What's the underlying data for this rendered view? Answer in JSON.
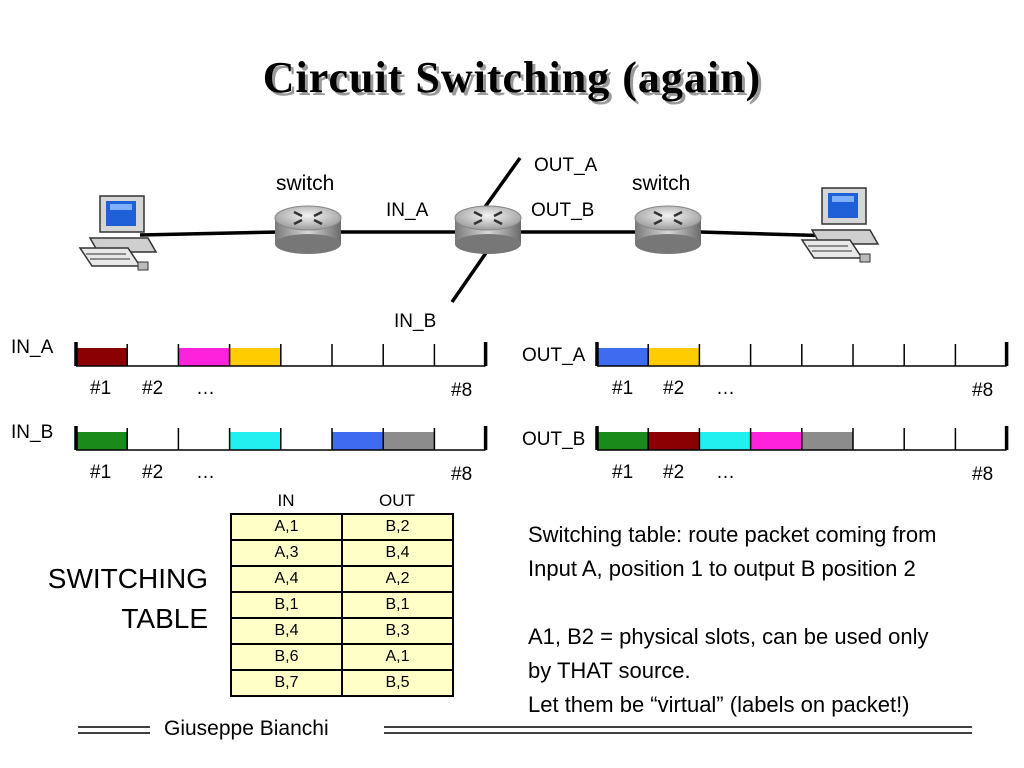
{
  "slide": {
    "title": "Circuit Switching (again)",
    "footer": "Giuseppe Bianchi"
  },
  "network": {
    "switch_left_label": "switch",
    "switch_right_label": "switch",
    "in_a": "IN_A",
    "in_b": "IN_B",
    "out_a": "OUT_A",
    "out_b": "OUT_B"
  },
  "frames": {
    "in_a": {
      "label": "IN_A",
      "slots": [
        "#8b0000",
        "",
        "#ff22dd",
        "#ffcc00",
        "",
        "",
        "",
        ""
      ]
    },
    "in_b": {
      "label": "IN_B",
      "slots": [
        "#1a8a1a",
        "",
        "",
        "#22f0f0",
        "",
        "#3e6bef",
        "#8c8c8c",
        ""
      ]
    },
    "out_a": {
      "label": "OUT_A",
      "slots": [
        "#3e6bef",
        "#ffcc00",
        "",
        "",
        "",
        "",
        "",
        ""
      ]
    },
    "out_b": {
      "label": "OUT_B",
      "slots": [
        "#1a8a1a",
        "#8b0000",
        "#22f0f0",
        "#ff22dd",
        "#8c8c8c",
        "",
        "",
        ""
      ]
    },
    "slot_labels": {
      "first": "#1",
      "second": "#2",
      "ellipsis": "…",
      "last": "#8"
    }
  },
  "switching_table": {
    "title_line1": "SWITCHING",
    "title_line2": "TABLE",
    "headers": {
      "in": "IN",
      "out": "OUT"
    },
    "rows": [
      {
        "in": "A,1",
        "out": "B,2"
      },
      {
        "in": "A,3",
        "out": "B,4"
      },
      {
        "in": "A,4",
        "out": "A,2"
      },
      {
        "in": "B,1",
        "out": "B,1"
      },
      {
        "in": "B,4",
        "out": "B,3"
      },
      {
        "in": "B,6",
        "out": "A,1"
      },
      {
        "in": "B,7",
        "out": "B,5"
      }
    ]
  },
  "notes": {
    "line1": "Switching table: route packet coming from",
    "line2": "Input A, position 1 to output B position 2",
    "line3": "A1, B2 = physical slots, can be used only",
    "line4": "by THAT source.",
    "line5": "Let them be “virtual” (labels on packet!)"
  }
}
